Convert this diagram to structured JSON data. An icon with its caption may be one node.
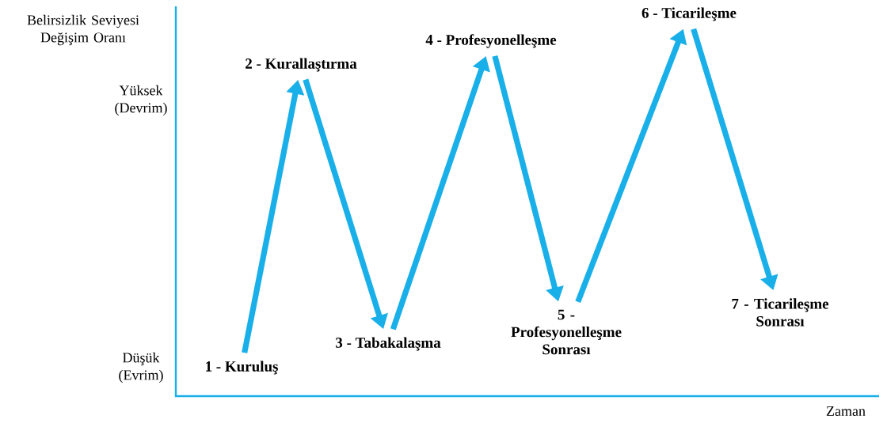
{
  "diagram": {
    "nodes": [
      {
        "text": [
          "1 - Kuruluş"
        ]
      },
      {
        "text": [
          "2 - Kurallaştırma"
        ]
      },
      {
        "text": [
          "3 - Tabakalaşma"
        ]
      },
      {
        "text": [
          "4 - Profesyonelleşme"
        ]
      },
      {
        "text": [
          "5 - Profesyonelleşme Sonrası"
        ]
      },
      {
        "text": [
          "6 - Ticarileşme"
        ]
      },
      {
        "text": [
          "7 - Ticarileşme Sonrası"
        ]
      }
    ],
    "edges": [
      {
        "from": 0,
        "to": 1,
        "arrow": "to"
      },
      {
        "from": 1,
        "to": 2,
        "arrow": "to"
      },
      {
        "from": 2,
        "to": 3,
        "arrow": "to"
      },
      {
        "from": 3,
        "to": 4,
        "arrow": "to"
      },
      {
        "from": 4,
        "to": 5,
        "arrow": "to"
      },
      {
        "from": 5,
        "to": 6,
        "arrow": "to"
      }
    ],
    "labels": [
      "Belirsizlik Seviyesi Değişim Oranı",
      "Yüksek (Devrim)",
      "Düşük (Evrim)",
      "Zaman"
    ]
  }
}
